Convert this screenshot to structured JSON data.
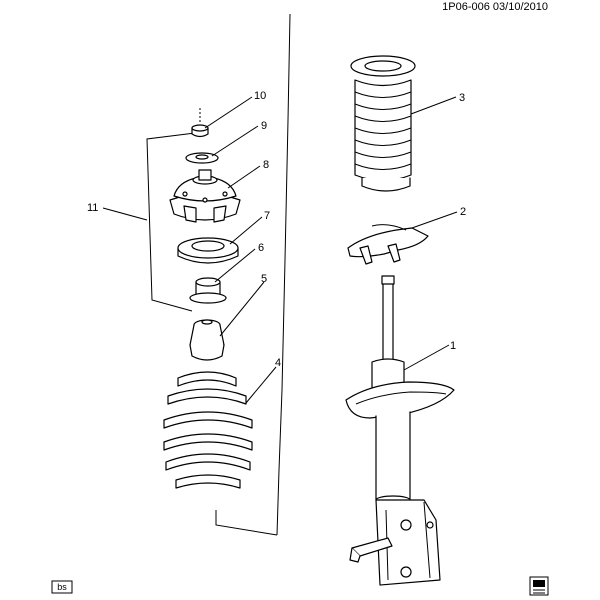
{
  "header": {
    "diagram_id": "1P06-006 03/10/2010"
  },
  "callouts": {
    "c1": "1",
    "c2": "2",
    "c3": "3",
    "c4": "4",
    "c5": "5",
    "c6": "6",
    "c7": "7",
    "c8": "8",
    "c9": "9",
    "c10": "10",
    "c11": "11"
  },
  "footer": {
    "tag": "bs"
  },
  "colors": {
    "line": "#000000",
    "background": "#ffffff"
  },
  "icons": {
    "corner_logo": "gm-parts-logo-icon"
  }
}
